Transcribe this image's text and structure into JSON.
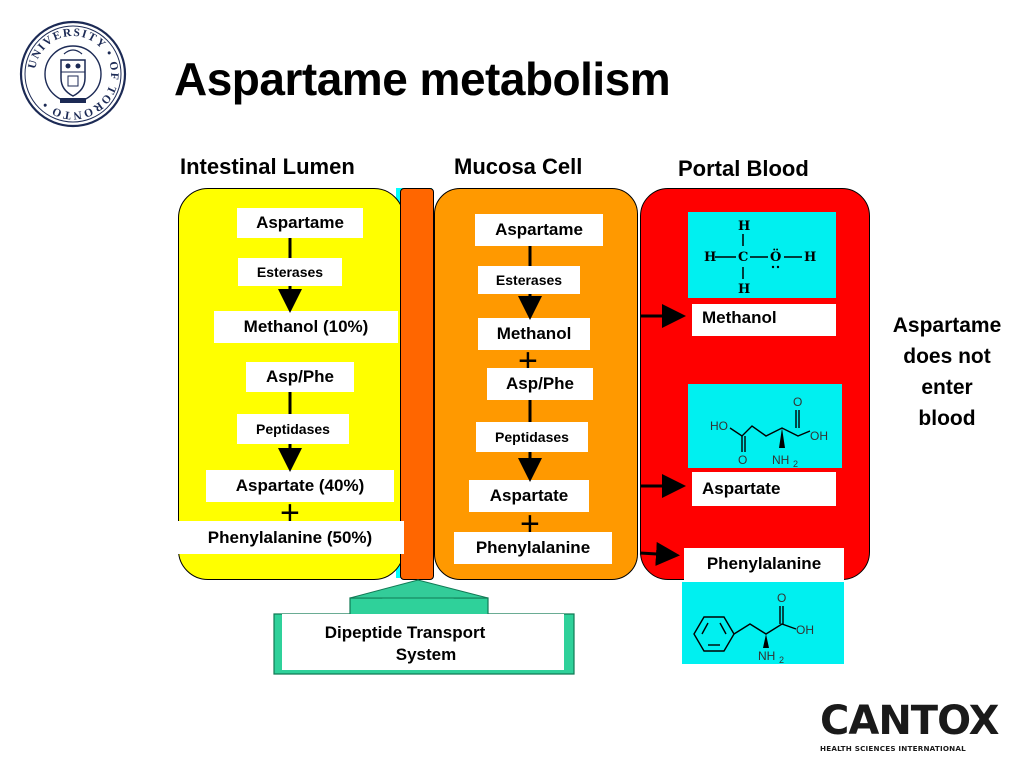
{
  "slide": {
    "title": "Aspartame metabolism"
  },
  "columns": {
    "lumen": "Intestinal Lumen",
    "mucosa": "Mucosa Cell",
    "portal": "Portal Blood"
  },
  "lumen": {
    "aspartame": "Aspartame",
    "esterases": "Esterases",
    "methanol": "Methanol (10%)",
    "asp_phe": "Asp/Phe",
    "peptidases": "Peptidases",
    "aspartate": "Aspartate (40%)",
    "plus": "+",
    "phenylalanine": "Phenylalanine (50%)"
  },
  "mucosa": {
    "aspartame": "Aspartame",
    "esterases": "Esterases",
    "methanol": "Methanol",
    "plus1": "+",
    "asp_phe": "Asp/Phe",
    "peptidases": "Peptidases",
    "aspartate": "Aspartate",
    "plus2": "+",
    "phenylalanine": "Phenylalanine"
  },
  "portal": {
    "methanol": "Methanol",
    "aspartate": "Aspartate",
    "phenylalanine": "Phenylalanine"
  },
  "structures": {
    "methanol": {
      "h": "H",
      "c": "C",
      "o": "Ö"
    },
    "aspartate": {
      "ho": "HO",
      "o_top": "O",
      "oh": "OH",
      "o_bottom": "O",
      "nh2": "NH",
      "sub2": "2"
    },
    "phenylalanine": {
      "o": "O",
      "oh": "OH",
      "nh2": "NH",
      "sub2": "2"
    }
  },
  "side_note": {
    "line1": "Aspartame",
    "line2": "does not",
    "line3": "enter",
    "line4": "blood"
  },
  "transport": {
    "line1": "Dipeptide Transport",
    "line2": "System"
  },
  "logos": {
    "university_ring": "UNIVERSITY OF TORONTO",
    "brand": "CANTOX",
    "brand_sub": "HEALTH SCIENCES INTERNATIONAL"
  },
  "colors": {
    "lumen": "#ffff00",
    "mucosa": "#ff9900",
    "membrane": "#ff6600",
    "portal": "#ff0000",
    "cyan": "#00ffff",
    "transport_fill": "#e8fff8",
    "transport_arrow": "#33cc99"
  }
}
